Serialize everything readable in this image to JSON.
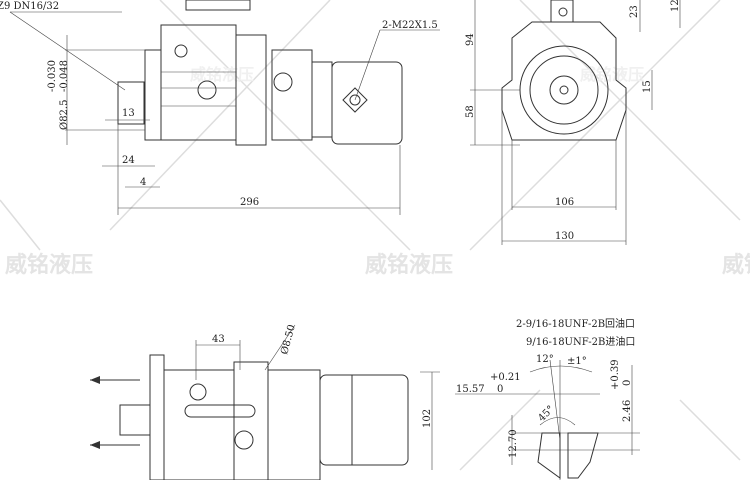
{
  "watermark": "威铭液压",
  "front_view": {
    "spline_label": "Z9 DN16/32",
    "tol_upper": "-0.030",
    "tol_lower": "-0.048",
    "pilot_diameter": "Ø82.5",
    "dim_13": "13",
    "dim_24": "24",
    "dim_4": "4",
    "overall_length": "296",
    "port_label": "2-M22X1.5"
  },
  "side_view": {
    "dim_94": "94",
    "dim_58": "58",
    "dim_23": "23",
    "dim_12": "12",
    "dim_15": "15",
    "dim_106": "106",
    "dim_130": "130"
  },
  "bottom_view": {
    "dim_43": "43",
    "hole_diameter": "Ø8.50",
    "dim_102": "102"
  },
  "port_detail": {
    "return_port": "2-9/16-18UNF-2B回油口",
    "inlet_port": "9/16-18UNF-2B进油口",
    "angle_12": "12°",
    "angle_tol": "±1°",
    "tol_021": "+0.21",
    "dim_1557": "15.57",
    "zero_a": "0",
    "tol_039": "+0.39",
    "zero_b": "0",
    "dim_246": "2.46",
    "angle_45": "45°",
    "dim_1270": "12.70"
  }
}
